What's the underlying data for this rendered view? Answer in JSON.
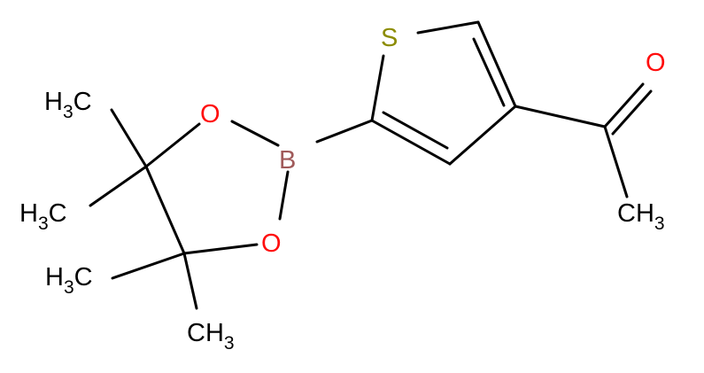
{
  "colors": {
    "bond": "#000000",
    "carbon": "#000000",
    "oxygen": "#ff0d0d",
    "sulfur": "#8c8c00",
    "boron": "#a05a5a"
  },
  "atoms": {
    "S": "S",
    "O_ketone": "O",
    "O_upper": "O",
    "O_lower": "O",
    "B": "B"
  },
  "methyls": [
    {
      "id": "me1",
      "h": "H",
      "count": "3",
      "c": "C",
      "side": "left"
    },
    {
      "id": "me2",
      "h": "H",
      "count": "3",
      "c": "C",
      "side": "left"
    },
    {
      "id": "me3",
      "h": "H",
      "count": "3",
      "c": "C",
      "side": "left"
    },
    {
      "id": "me4",
      "c": "C",
      "h": "H",
      "count": "3",
      "side": "right"
    },
    {
      "id": "me5",
      "c": "C",
      "h": "H",
      "count": "3",
      "side": "right"
    }
  ]
}
